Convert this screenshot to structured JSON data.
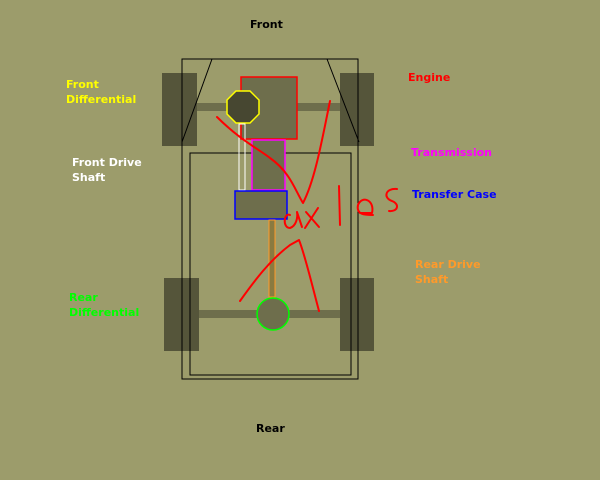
{
  "labels": {
    "front": "Front",
    "rear": "Rear",
    "front_differential": "Front\nDifferential",
    "engine": "Engine",
    "front_drive_shaft": "Front Drive\nShaft",
    "transmission": "Transmission",
    "transfer_case": "Transfer Case",
    "rear_drive_shaft": "Rear Drive\nShaft",
    "rear_differential": "Rear\nDifferential",
    "handwritten_annotation": "axles"
  },
  "colors": {
    "background": "#9c9c6b",
    "front_differential": "#ffff00",
    "engine": "#ff0000",
    "front_drive_shaft": "#ffffff",
    "transmission": "#ff00ff",
    "transfer_case": "#0000ff",
    "rear_drive_shaft": "#ff9a2a",
    "rear_differential": "#00ff00"
  }
}
